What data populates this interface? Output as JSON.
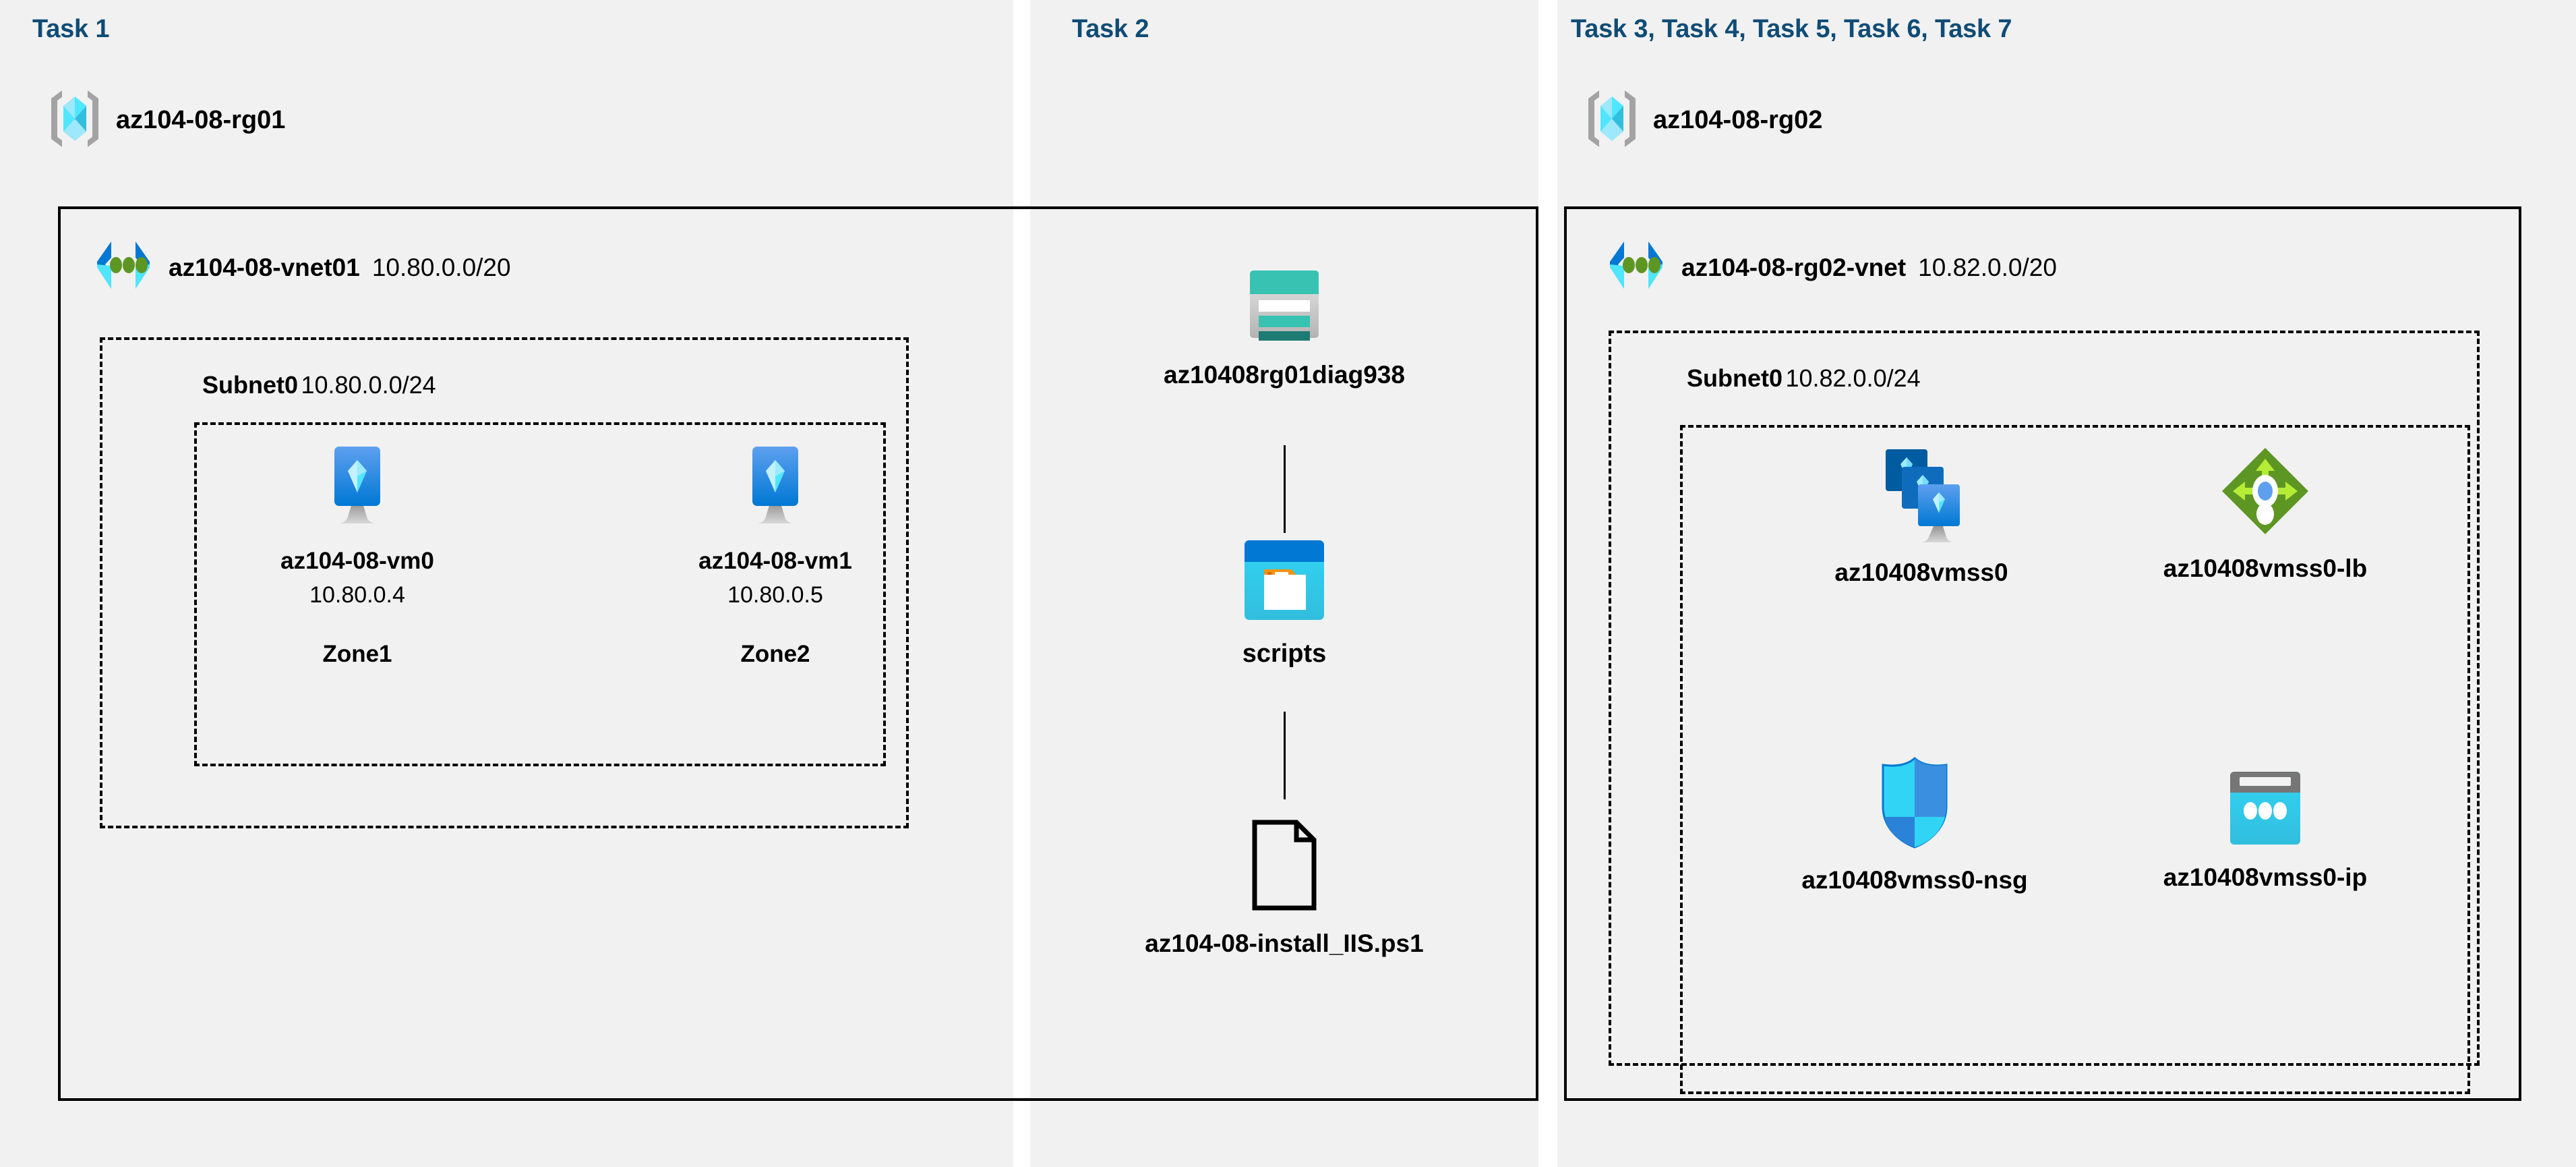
{
  "diagram": {
    "title_color": "#0f4c75",
    "panel_bg": "#f1f1f1",
    "page_bg": "#ffffff"
  },
  "columns": [
    {
      "id": "task1",
      "task_title": "Task 1",
      "resource_group": {
        "label": "az104-08-rg01",
        "icon": "resource-group-icon"
      },
      "vnet": {
        "name": "az104-08-vnet01",
        "cidr": "10.80.0.0/20",
        "icon": "virtual-network-icon"
      },
      "subnet": {
        "name": "Subnet0",
        "cidr": "10.80.0.0/24"
      },
      "resources": [
        {
          "icon": "virtual-machine-icon",
          "label": "az104-08-vm0",
          "ip": "10.80.0.4",
          "zone": "Zone1"
        },
        {
          "icon": "virtual-machine-icon",
          "label": "az104-08-vm1",
          "ip": "10.80.0.5",
          "zone": "Zone2"
        }
      ]
    },
    {
      "id": "task2",
      "task_title": "Task 2",
      "resources": [
        {
          "icon": "storage-account-icon",
          "label": "az10408rg01diag938"
        },
        {
          "icon": "blob-container-icon",
          "label": "scripts"
        },
        {
          "icon": "file-icon",
          "label": "az104-08-install_IIS.ps1"
        }
      ]
    },
    {
      "id": "task3to7",
      "task_title": "Task 3, Task 4, Task 5, Task 6, Task 7",
      "resource_group": {
        "label": "az104-08-rg02",
        "icon": "resource-group-icon"
      },
      "vnet": {
        "name": "az104-08-rg02-vnet",
        "cidr": "10.82.0.0/20",
        "icon": "virtual-network-icon"
      },
      "subnet": {
        "name": "Subnet0",
        "cidr": "10.82.0.0/24"
      },
      "resources": [
        {
          "icon": "vm-scale-set-icon",
          "label": "az10408vmss0"
        },
        {
          "icon": "load-balancer-icon",
          "label": "az10408vmss0-lb"
        },
        {
          "icon": "network-security-group-icon",
          "label": "az10408vmss0-nsg"
        },
        {
          "icon": "public-ip-address-icon",
          "label": "az10408vmss0-ip"
        }
      ]
    }
  ]
}
